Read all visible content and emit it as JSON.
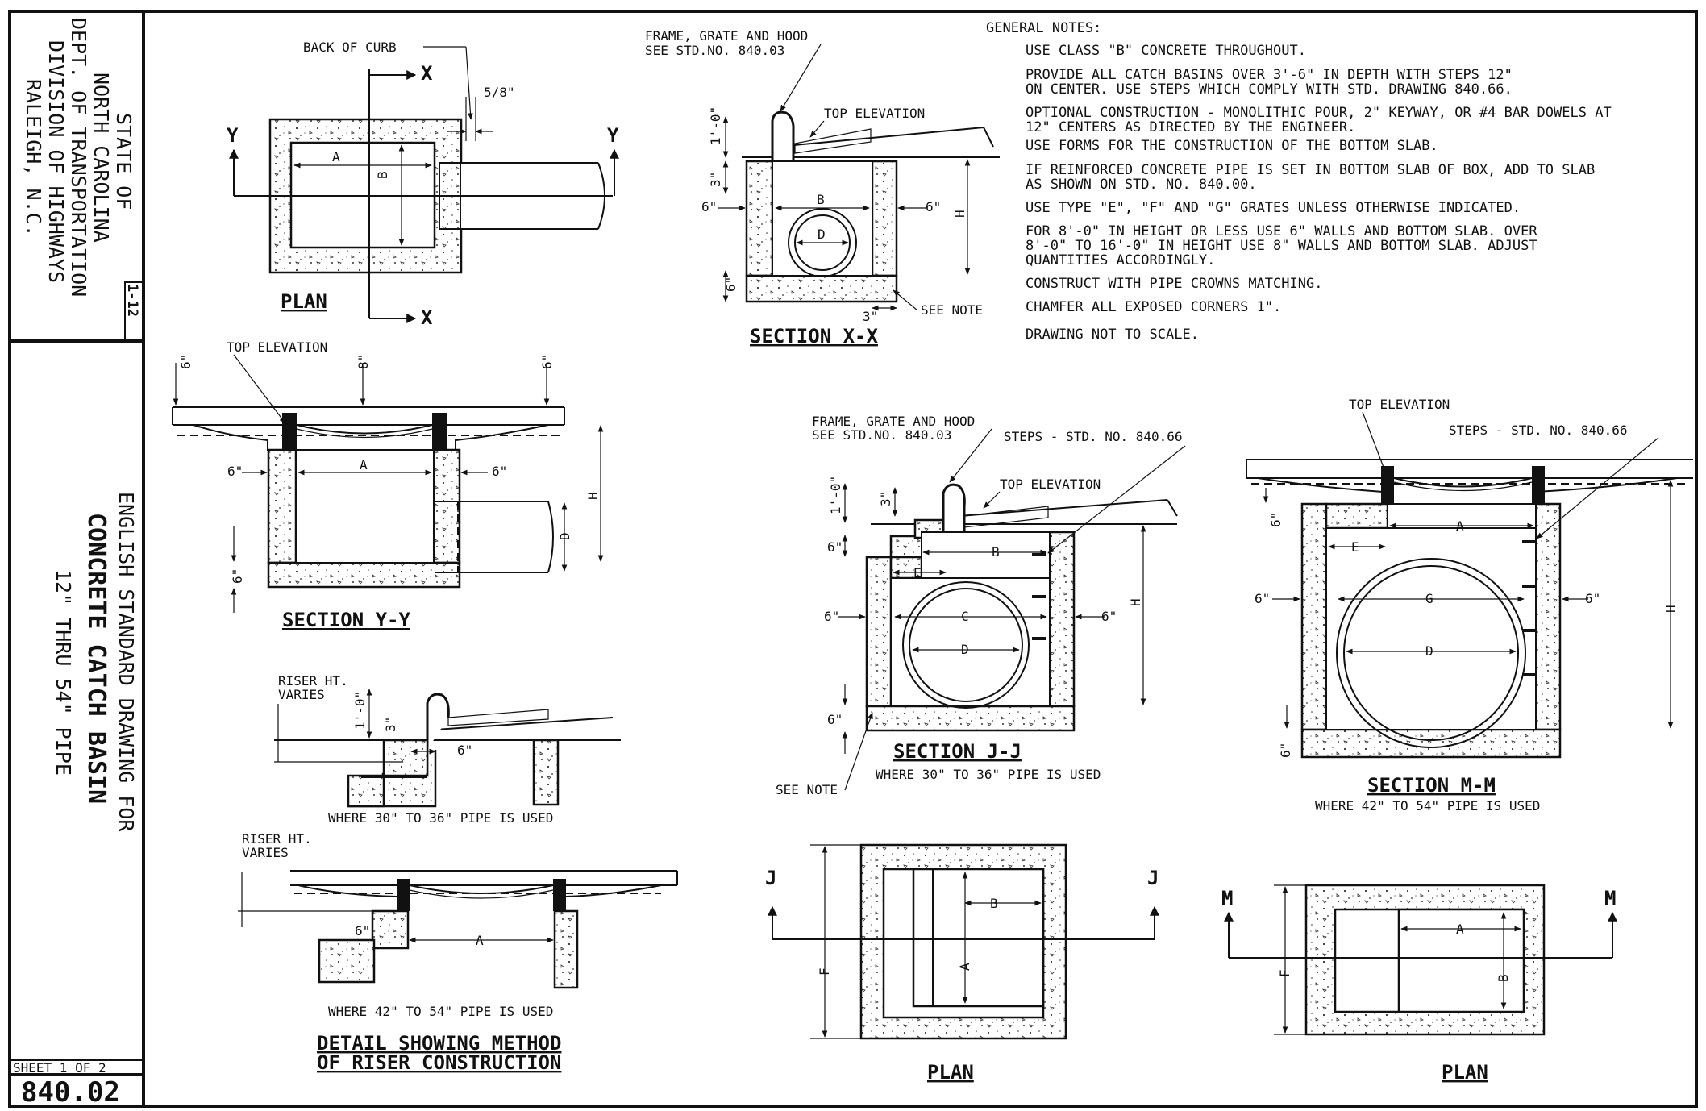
{
  "title_block": {
    "agency": [
      "STATE OF",
      "NORTH CAROLINA",
      "DEPT. OF TRANSPORTATION",
      "DIVISION OF HIGHWAYS",
      "RALEIGH, N.C."
    ],
    "revision": "1-12",
    "subtitle": "ENGLISH STANDARD DRAWING FOR",
    "title": "CONCRETE CATCH BASIN",
    "range": "12\" THRU 54\" PIPE",
    "sheet": "SHEET 1 OF 2",
    "number": "840.02"
  },
  "general_notes": {
    "heading": "GENERAL NOTES:",
    "items": [
      [
        "USE CLASS \"B\" CONCRETE THROUGHOUT."
      ],
      [
        "PROVIDE ALL CATCH BASINS OVER 3'-6\" IN DEPTH WITH STEPS 12\"",
        "ON CENTER.  USE STEPS WHICH COMPLY WITH STD. DRAWING 840.66."
      ],
      [
        "OPTIONAL CONSTRUCTION - MONOLITHIC POUR,  2\" KEYWAY, OR #4 BAR DOWELS AT",
        "12\" CENTERS AS DIRECTED BY THE ENGINEER."
      ],
      [
        "USE FORMS FOR THE CONSTRUCTION OF THE BOTTOM SLAB."
      ],
      [
        "IF REINFORCED CONCRETE PIPE IS SET IN BOTTOM SLAB OF BOX, ADD TO SLAB",
        "AS SHOWN ON STD. NO. 840.00."
      ],
      [
        "USE TYPE \"E\", \"F\" AND \"G\" GRATES UNLESS OTHERWISE INDICATED."
      ],
      [
        "FOR 8'-0\" IN HEIGHT OR LESS USE 6\" WALLS AND BOTTOM SLAB.  OVER",
        "8'-0\" TO 16'-0\" IN HEIGHT USE 8\" WALLS AND BOTTOM SLAB.  ADJUST",
        "QUANTITIES ACCORDINGLY."
      ],
      [
        "CONSTRUCT WITH PIPE CROWNS MATCHING."
      ],
      [
        "CHAMFER ALL EXPOSED CORNERS 1\"."
      ],
      [
        "DRAWING NOT TO SCALE."
      ]
    ]
  },
  "plan_top": {
    "title": "PLAN",
    "back_of_curb": "BACK OF CURB",
    "dim_curb": "5/8\"",
    "cut_x": "X",
    "cut_y": "Y",
    "dim_a": "A",
    "dim_b": "B"
  },
  "section_xx": {
    "title": "SECTION X-X",
    "frame_note": [
      "FRAME, GRATE AND HOOD",
      "SEE STD.NO. 840.03"
    ],
    "top_elevation": "TOP ELEVATION",
    "see_note": "SEE NOTE",
    "dim_1ft": "1'-0\"",
    "dim_3": "3\"",
    "dim_6": "6\"",
    "dim_b": "B",
    "dim_d": "D",
    "dim_h": "H"
  },
  "section_yy": {
    "title": "SECTION Y-Y",
    "top_elevation": "TOP ELEVATION",
    "dim_6": "6\"",
    "dim_8": "8\"",
    "dim_a": "A",
    "dim_d": "D",
    "dim_h": "H"
  },
  "riser_detail": {
    "riser_ht": [
      "RISER HT.",
      "VARIES"
    ],
    "where_small": "WHERE 30\" TO 36\" PIPE IS USED",
    "where_large": "WHERE 42\" TO 54\" PIPE IS USED",
    "title": [
      "DETAIL SHOWING METHOD",
      "OF RISER CONSTRUCTION"
    ],
    "dim_1ft": "1'-0\"",
    "dim_3": "3\"",
    "dim_6": "6\"",
    "dim_a": "A"
  },
  "section_jj": {
    "title": "SECTION J-J",
    "where": "WHERE 30\" TO 36\" PIPE IS USED",
    "frame_note": [
      "FRAME, GRATE AND HOOD",
      "SEE STD.NO. 840.03"
    ],
    "steps": "STEPS - STD. NO. 840.66",
    "top_elevation": "TOP ELEVATION",
    "see_note": "SEE NOTE",
    "dim_1ft": "1'-0\"",
    "dim_3": "3\"",
    "dim_6": "6\"",
    "dim_b": "B",
    "dim_c": "C",
    "dim_d": "D",
    "dim_e": "E",
    "dim_h": "H"
  },
  "section_mm": {
    "title": "SECTION M-M",
    "where": "WHERE 42\" TO 54\" PIPE IS USED",
    "top_elevation": "TOP ELEVATION",
    "steps": "STEPS - STD. NO. 840.66",
    "dim_6": "6\"",
    "dim_a": "A",
    "dim_e": "E",
    "dim_g": "G",
    "dim_d": "D",
    "dim_h": "H"
  },
  "plan_jj": {
    "title": "PLAN",
    "cut": "J",
    "dim_a": "A",
    "dim_b": "B",
    "dim_f": "F"
  },
  "plan_mm": {
    "title": "PLAN",
    "cut": "M",
    "dim_a": "A",
    "dim_b": "B",
    "dim_f": "F"
  }
}
